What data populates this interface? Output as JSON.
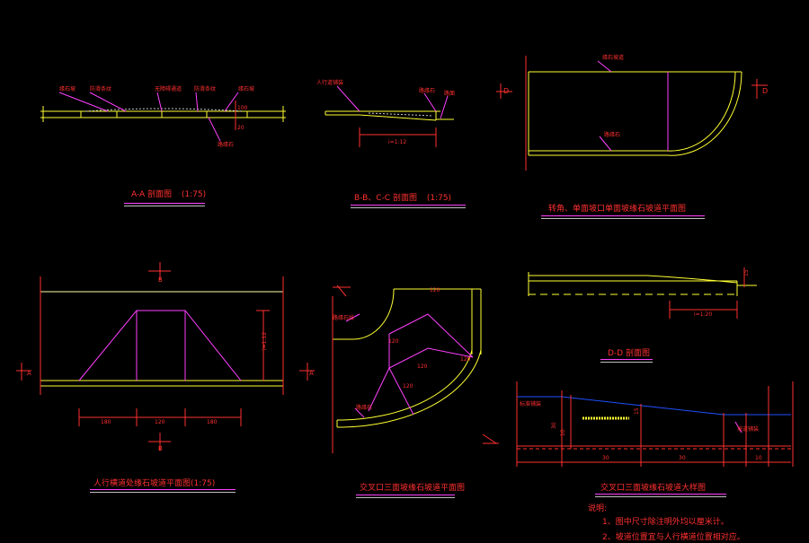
{
  "colors": {
    "background": "#000000",
    "outline": "#ffff33",
    "detail": "#ff40ff",
    "dimension": "#ff3030",
    "tick": "#33ff33",
    "section": "#ffffff",
    "slope": "#2050ff"
  },
  "views": {
    "aa_section": {
      "title": "A-A 剖面图",
      "scale": "(1:75)",
      "labels": [
        "缘石坡",
        "防滑条纹",
        "无障碍通道",
        "防滑条纹",
        "缘石坡",
        "路缘石"
      ],
      "dims": [
        "100",
        "20"
      ]
    },
    "bb_cc_section": {
      "title": "B-B、C-C 剖面图",
      "scale": "(1:75)",
      "labels": [
        "人行道铺装",
        "路缘石",
        "路面"
      ],
      "dims": [
        "i=1:12"
      ]
    },
    "radius_plan": {
      "title": "转角、单面坡口单面坡缘石坡道平面图",
      "labels": [
        "缘石坡道",
        "路缘石"
      ],
      "markers": [
        "D",
        "D"
      ]
    },
    "sidewalk_plan": {
      "title": "人行横道处缘石坡道平面图(1:75)",
      "markers": [
        "B",
        "A",
        "A",
        "B"
      ],
      "dims": [
        "180",
        "120",
        "180",
        "i=1:12"
      ]
    },
    "triple_ramp_plan": {
      "title": "交叉口三面坡缘石坡道平面图",
      "labels": [
        "路缘石线",
        "路缘石"
      ],
      "dims": [
        "120",
        "120",
        "120",
        "120",
        "120"
      ]
    },
    "dd_section": {
      "title": "D-D 剖面图",
      "dims": [
        "i=1:20",
        "15"
      ]
    },
    "ramp_detail": {
      "title": "交叉口三面坡缘石坡道大样图",
      "labels": [
        "标准铺装",
        "坡道铺装"
      ],
      "dims": [
        "30",
        "10",
        "15",
        "30",
        "30",
        "10"
      ]
    }
  },
  "notes": {
    "heading": "说明:",
    "items": [
      "1、图中尺寸除注明外均以厘米计。",
      "2、坡道位置宜与人行横道位置相对应。"
    ]
  }
}
